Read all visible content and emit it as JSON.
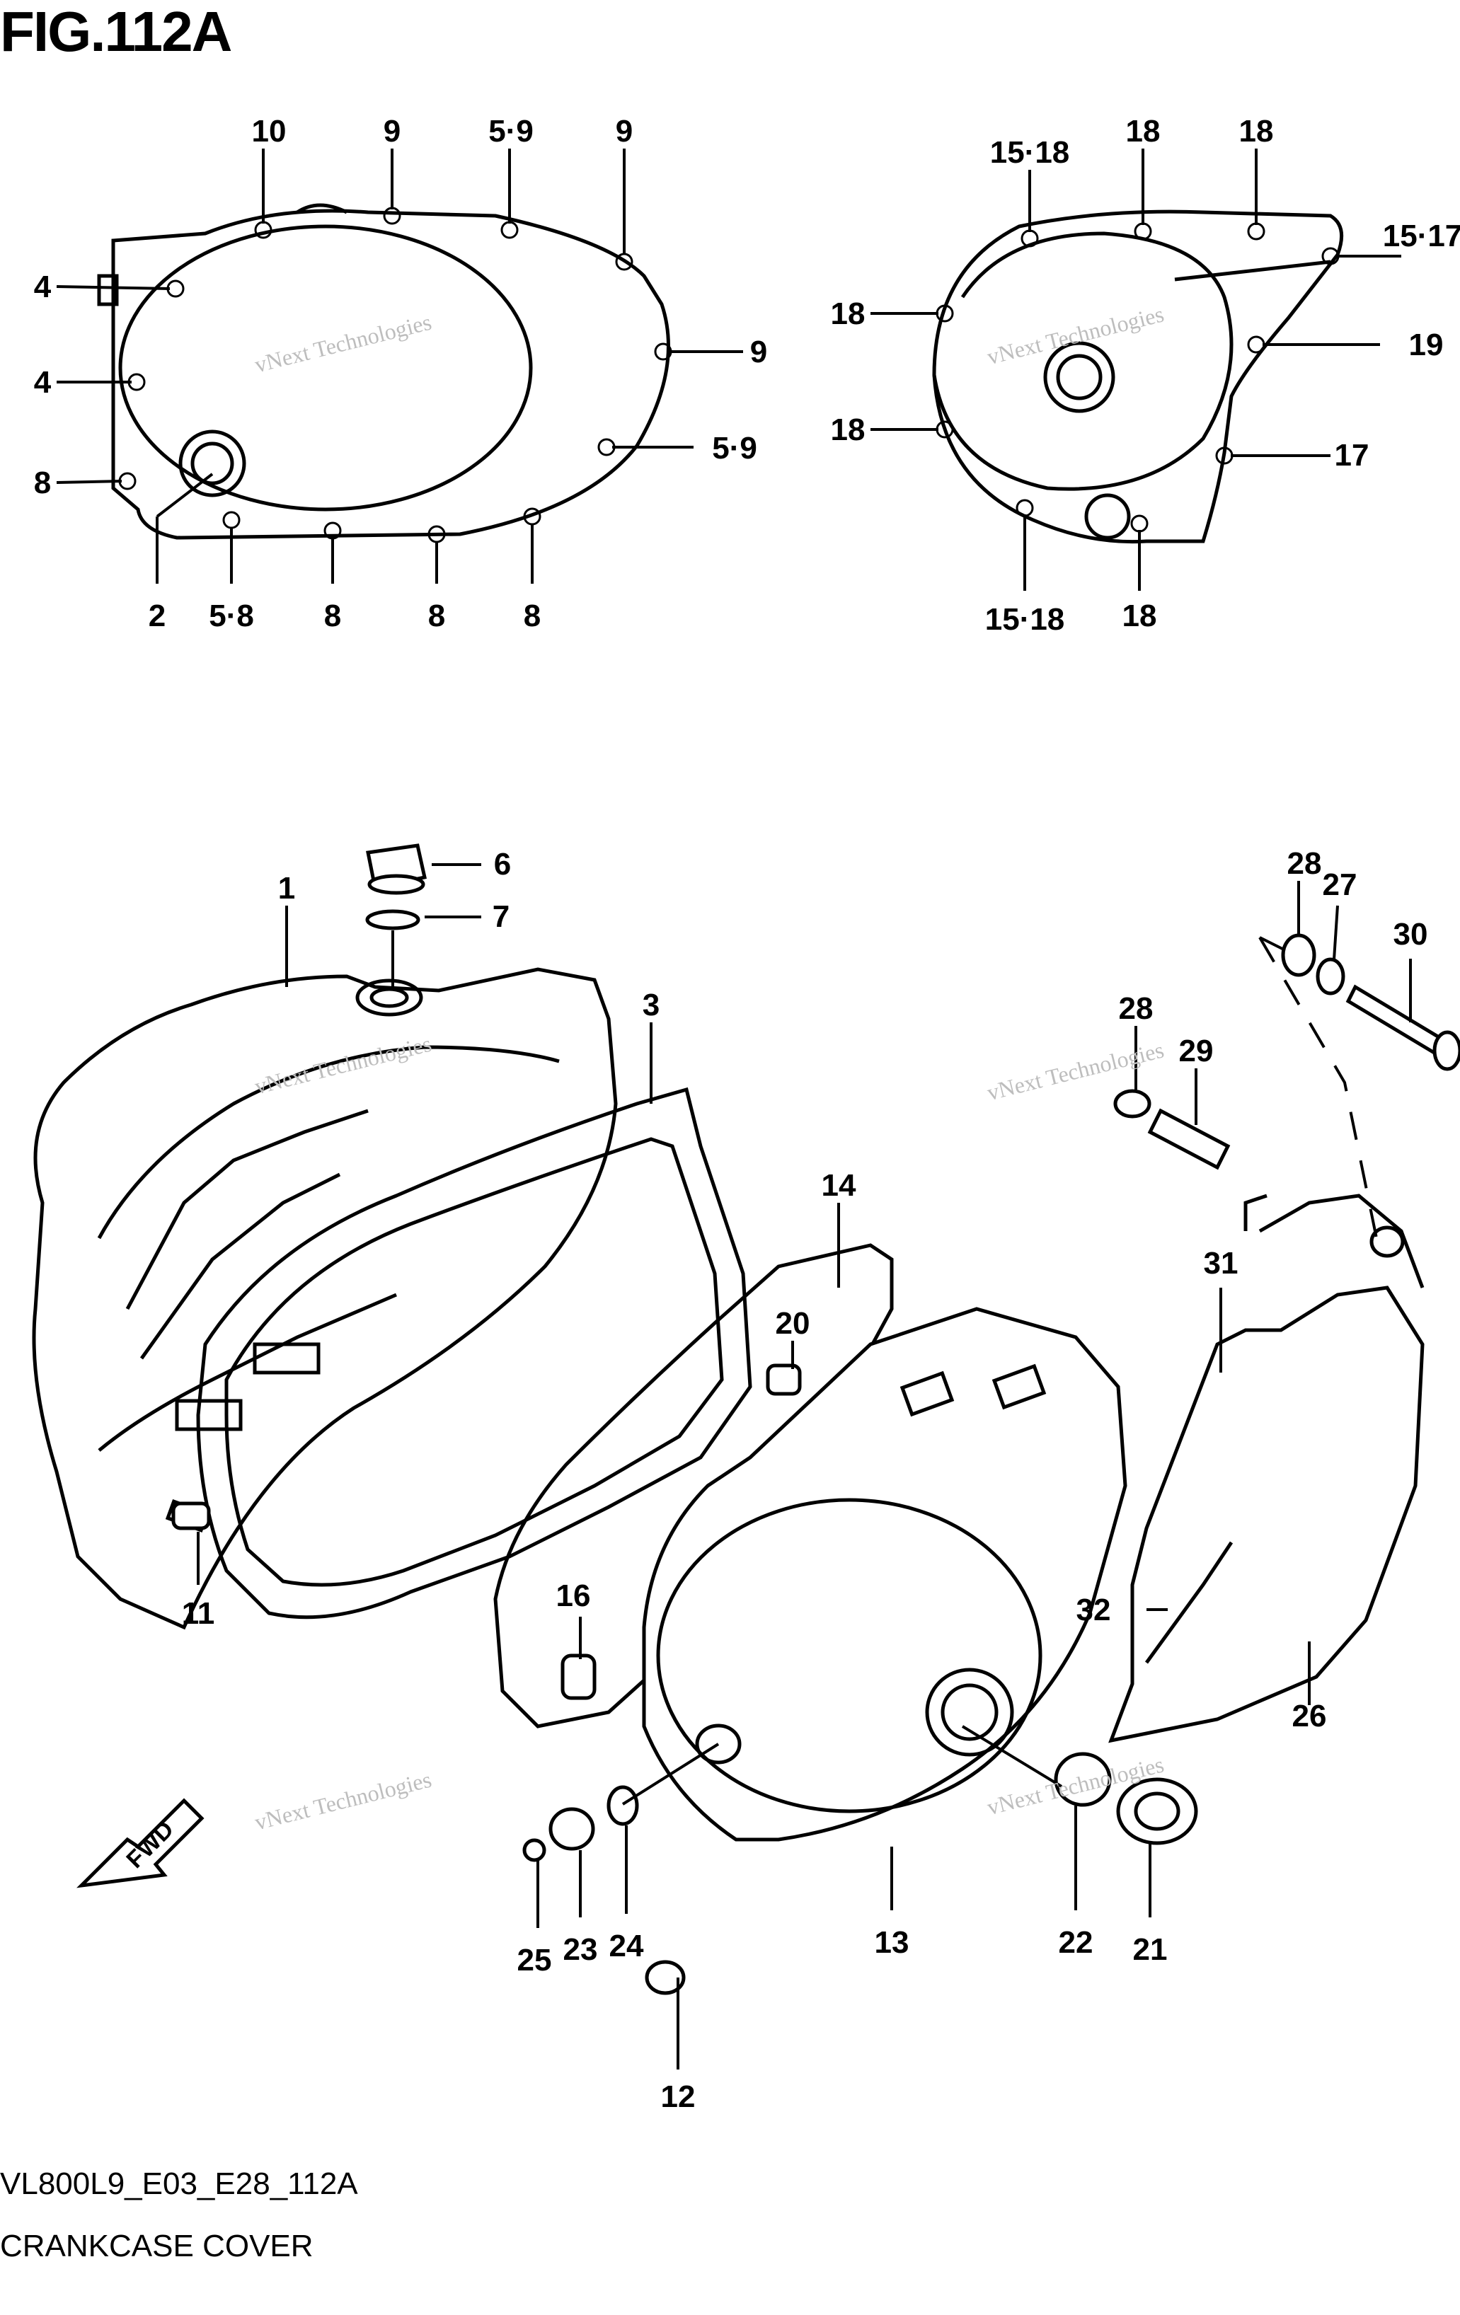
{
  "figure": {
    "title": "FIG.112A",
    "code": "VL800L9_E03_E28_112A",
    "name": "CRANKCASE COVER"
  },
  "watermark": {
    "line1": "vNext Technologies",
    "line2": "vNext",
    "line3": "Technologies"
  },
  "callouts": {
    "c1": "1",
    "c2": "2",
    "c3": "3",
    "c4a": "4",
    "c4b": "4",
    "c5_8": "5·8",
    "c5_9_top": "5·9",
    "c5_9_side": "5·9",
    "c6": "6",
    "c7": "7",
    "c8a": "8",
    "c8b": "8",
    "c8c": "8",
    "c8d": "8",
    "c9a": "9",
    "c9b": "9",
    "c9c": "9",
    "c10": "10",
    "c11": "11",
    "c12": "12",
    "c13": "13",
    "c14": "14",
    "c15_18a": "15·18",
    "c15_18b": "15·18",
    "c15_17": "15·17",
    "c16": "16",
    "c17": "17",
    "c18a": "18",
    "c18b": "18",
    "c18c": "18",
    "c18d": "18",
    "c18e": "18",
    "c19": "19",
    "c20": "20",
    "c21": "21",
    "c22": "22",
    "c23": "23",
    "c24": "24",
    "c25": "25",
    "c26": "26",
    "c27": "27",
    "c28a": "28",
    "c28b": "28",
    "c29": "29",
    "c30": "30",
    "c31": "31",
    "c32": "32",
    "fwd": "FWD"
  }
}
